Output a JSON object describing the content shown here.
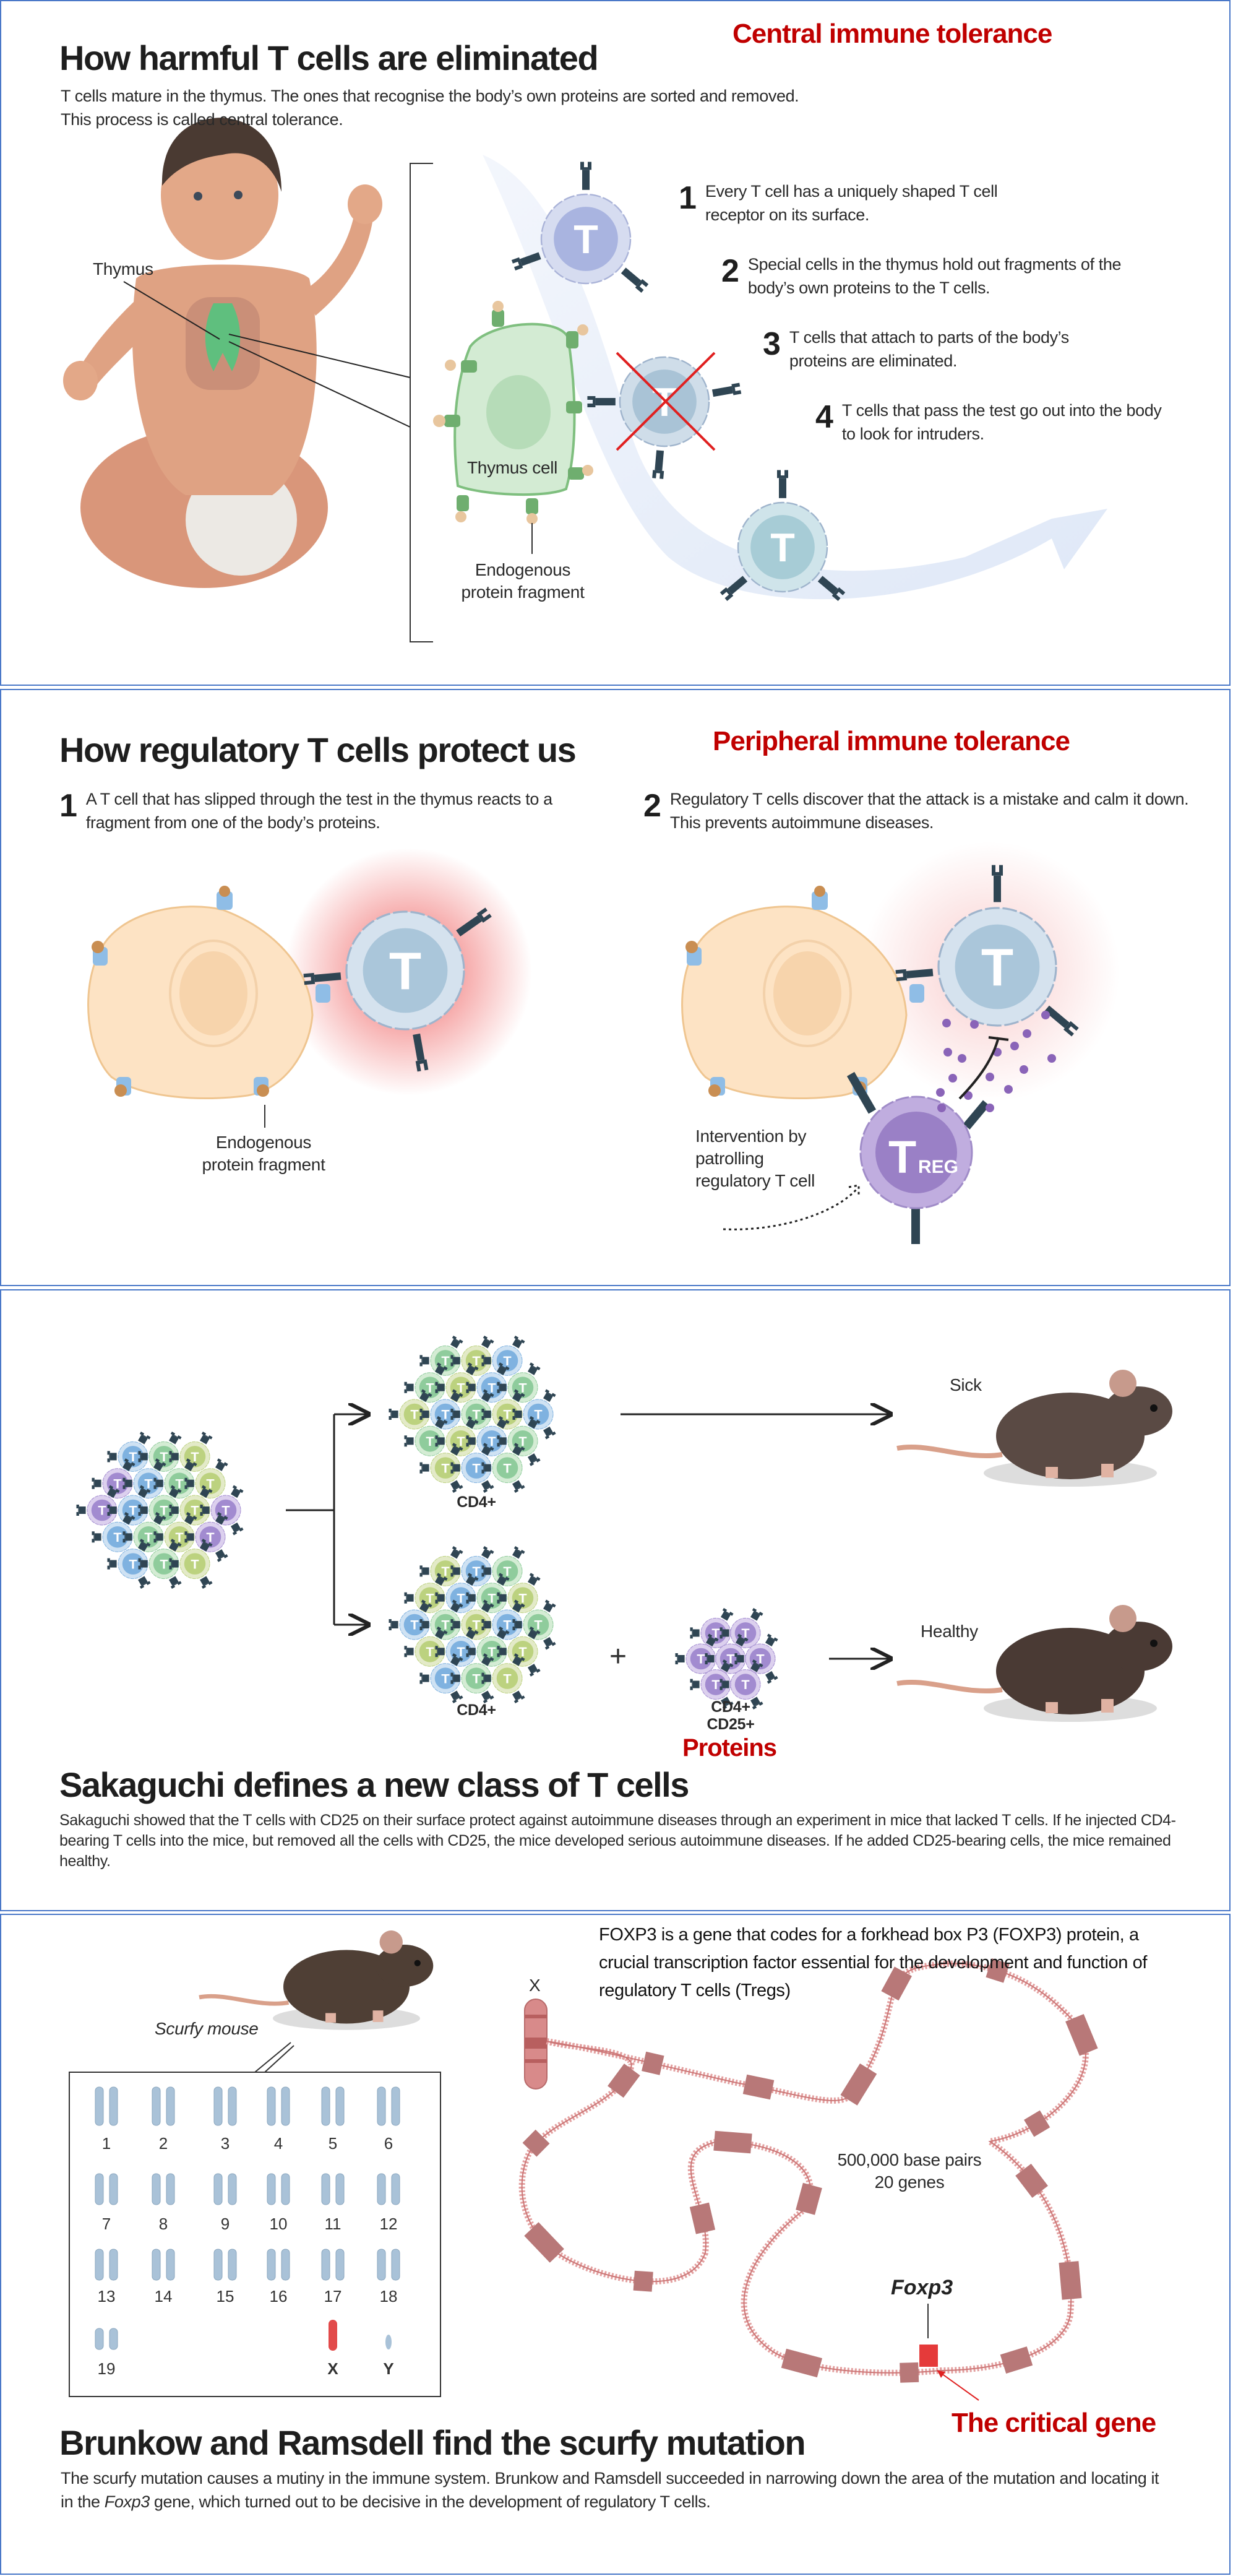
{
  "colors": {
    "accent_red": "#c00000",
    "border": "#4a78c8",
    "t_cell": "#c9d7e6",
    "treg": "#b9a6d9",
    "thymus": "#d3ebd3"
  },
  "labels": {
    "t_cell": "T",
    "treg_t": "T",
    "treg_sub": "REG"
  },
  "section1": {
    "title": "How harmful T cells are eliminated",
    "tag": "Central immune tolerance",
    "intro_line1": "T cells mature in the thymus. The ones that recognise the body’s own proteins are sorted and removed.",
    "intro_line2": "This process is called central tolerance.",
    "thymus_label": "Thymus",
    "thymus_cell_label": "Thymus cell",
    "fragment_label_1": "Endogenous",
    "fragment_label_2": "protein fragment",
    "steps": [
      {
        "num": "1",
        "text": "Every T cell has a uniquely shaped T cell receptor on its surface."
      },
      {
        "num": "2",
        "text": "Special cells in the thymus hold out fragments of the body’s own proteins to the T cells."
      },
      {
        "num": "3",
        "text": "T cells that attach to parts of the body’s proteins are eliminated."
      },
      {
        "num": "4",
        "text": "T cells that pass the test go out into the body to look for intruders."
      }
    ]
  },
  "section2": {
    "title": "How regulatory T cells protect us",
    "tag": "Peripheral immune tolerance",
    "steps": [
      {
        "num": "1",
        "text": "A T cell that has slipped through the test in the thymus reacts to a fragment from one of the body’s proteins."
      },
      {
        "num": "2",
        "text": "Regulatory T cells discover that the attack is a mistake and calm it down. This prevents autoimmune diseases."
      }
    ],
    "fragment_label_1": "Endogenous",
    "fragment_label_2": "protein fragment",
    "intervention_1": "Intervention by",
    "intervention_2": "patrolling",
    "intervention_3": "regulatory T cell"
  },
  "section3": {
    "top_group_label": "CD4+",
    "bottom_group_label": "CD4+",
    "plus": "+",
    "cd25_label_1": "CD4+",
    "cd25_label_2": "CD25+",
    "proteins_label": "Proteins",
    "sick_label": "Sick",
    "healthy_label": "Healthy",
    "title": "Sakaguchi defines a new class of T cells",
    "body": "Sakaguchi showed that the T cells with CD25 on their surface protect against autoimmune diseases through an experiment in mice that lacked T cells. If he injected CD4-bearing T cells into the mice, but removed all the cells with CD25, the mice developed serious autoimmune diseases. If he added CD25-bearing cells, the mice remained healthy."
  },
  "section4": {
    "foxp3_note": "FOXP3 is a gene that codes for a forkhead box P3 (FOXP3) protein, a crucial transcription factor essential for the development and function of regulatory T cells (Tregs)",
    "mouse_label": "Scurfy mouse",
    "chromosome_x_label": "X",
    "karyotype": [
      "1",
      "2",
      "3",
      "4",
      "5",
      "6",
      "7",
      "8",
      "9",
      "10",
      "11",
      "12",
      "13",
      "14",
      "15",
      "16",
      "17",
      "18",
      "19",
      "X",
      "Y"
    ],
    "base_pairs": "500,000 base pairs",
    "genes": "20 genes",
    "gene_label": "Foxp3",
    "critical_label": "The critical gene",
    "title": "Brunkow and Ramsdell find the scurfy mutation",
    "body_1": "The scurfy mutation causes a mutiny in the immune system. Brunkow and Ramsdell succeeded in narrowing down the area of the mutation and locating it in the ",
    "body_gene": "Foxp3",
    "body_2": " gene, which turned out to be decisive in the development of regulatory T cells."
  }
}
